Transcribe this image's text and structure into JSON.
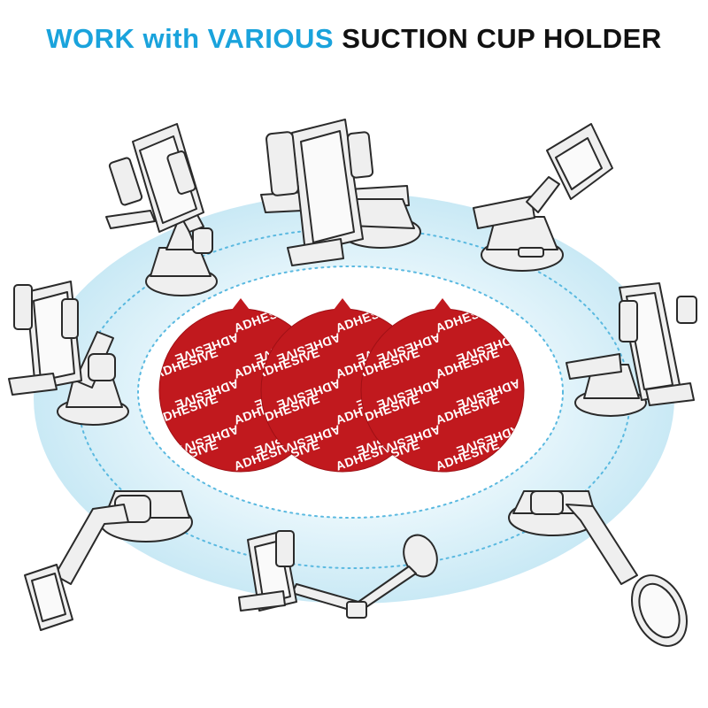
{
  "title": {
    "part1": "WORK with VARIOUS",
    "part2": "SUCTION CUP HOLDER"
  },
  "adhesive_label": "ADHESIVE",
  "colors": {
    "accent": "#1aa3dc",
    "ring_fill": "#d6eef7",
    "disc_red": "#c1191e",
    "disc_text": "#ffffff",
    "sketch_fill": "#efefef",
    "sketch_stroke": "#2a2a2a"
  },
  "holders": [
    {
      "name": "cradle-holder-top-left",
      "icon": "phone-mount-telescopic-arm"
    },
    {
      "name": "cradle-holder-top-center",
      "icon": "phone-mount-cradle"
    },
    {
      "name": "magnetic-holder-top-right",
      "icon": "phone-mount-magnetic"
    },
    {
      "name": "cradle-holder-left",
      "icon": "phone-mount-cradle"
    },
    {
      "name": "cradle-holder-right",
      "icon": "phone-mount-cradle"
    },
    {
      "name": "magnetic-holder-bottom-left",
      "icon": "phone-mount-magnetic-long-arm"
    },
    {
      "name": "gooseneck-holder-bottom-center",
      "icon": "phone-mount-gooseneck"
    },
    {
      "name": "magnetic-holder-bottom-right",
      "icon": "phone-mount-magnetic-long-arm"
    }
  ],
  "discs_count_label": [
    "disc-1",
    "disc-2",
    "disc-3"
  ]
}
